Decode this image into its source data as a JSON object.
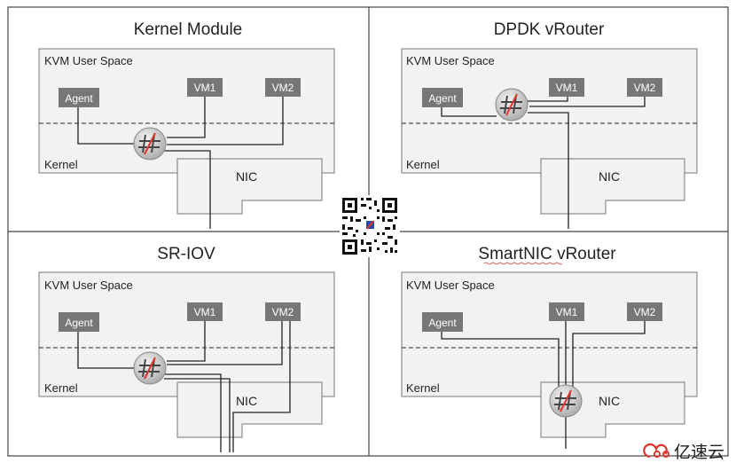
{
  "quadrants": [
    {
      "id": "kernel-module",
      "title": "Kernel Module",
      "user_space_label": "KVM User Space",
      "kernel_label": "Kernel",
      "nic_label": "NIC",
      "agent_label": "Agent",
      "vm1_label": "VM1",
      "vm2_label": "VM2"
    },
    {
      "id": "dpdk-vrouter",
      "title": "DPDK vRouter",
      "user_space_label": "KVM User Space",
      "kernel_label": "Kernel",
      "nic_label": "NIC",
      "agent_label": "Agent",
      "vm1_label": "VM1",
      "vm2_label": "VM2"
    },
    {
      "id": "sr-iov",
      "title": "SR-IOV",
      "user_space_label": "KVM User Space",
      "kernel_label": "Kernel",
      "nic_label": "NIC",
      "agent_label": "Agent",
      "vm1_label": "VM1",
      "vm2_label": "VM2"
    },
    {
      "id": "smartnic-vrouter",
      "title": "SmartNIC vRouter",
      "user_space_label": "KVM User Space",
      "kernel_label": "Kernel",
      "nic_label": "NIC",
      "agent_label": "Agent",
      "vm1_label": "VM1",
      "vm2_label": "VM2"
    }
  ],
  "watermark": {
    "brand_text": "亿速云"
  },
  "colors": {
    "box_fill": "#777777",
    "region_fill": "#f2f2f2",
    "region_stroke": "#777777",
    "line": "#222222",
    "brand_red": "#e0352b"
  }
}
